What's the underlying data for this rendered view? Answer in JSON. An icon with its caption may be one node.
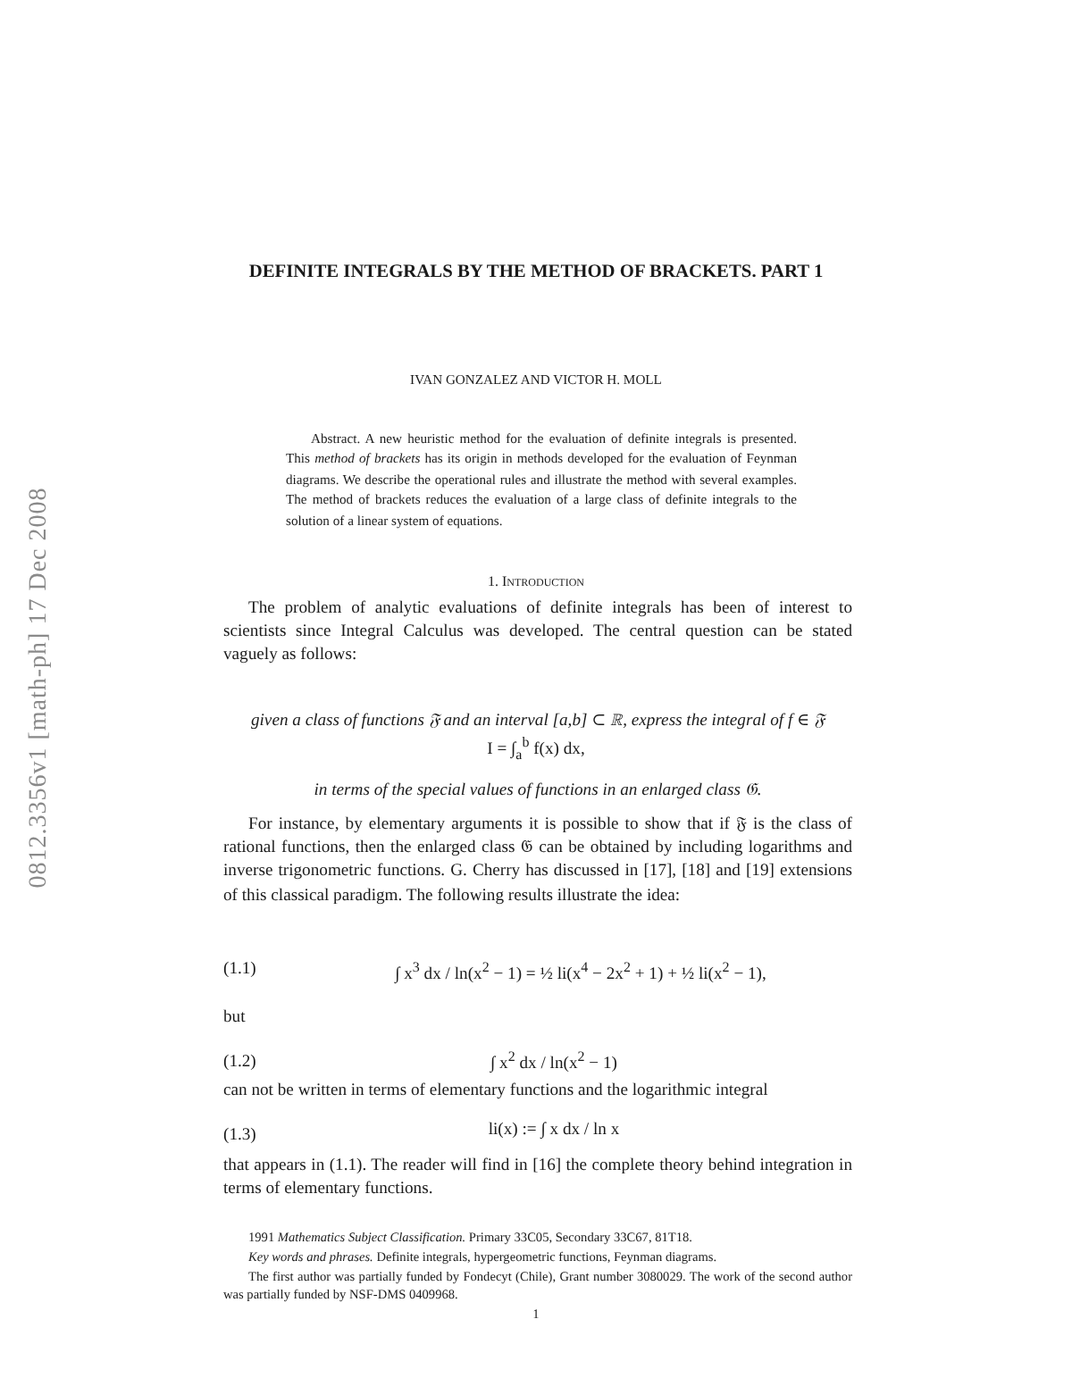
{
  "diagram": {
    "title": "DEFINITE INTEGRALS BY THE METHOD OF BRACKETS. PART 1",
    "labels": [
      "IVAN GONZALEZ AND VICTOR H. MOLL",
      "Abstract. A new heuristic method for the evaluation of definite integrals is presented. This *method of brackets* has its origin in methods developed for the evaluation of Feynman diagrams. We describe the operational rules and illustrate the method with several examples. The method of brackets reduces the evaluation of a large class of definite integrals to the solution of a linear system of equations.",
      "1. Introduction",
      "The problem of analytic evaluations of definite integrals has been of interest to scientists since Integral Calculus was developed. The central question can be stated vaguely as follows:",
      "given a class of functions 𝔉 and an interval [a,b] ⊂ ℝ, express the integral of f ∈ 𝔉",
      "I = ∫$_{a}$$^{b}$ f(x) dx,",
      "in terms of the special values of functions in an enlarged class 𝔊.",
      "For instance, by elementary arguments it is possible to show that if 𝔉 is the class of rational functions, then the enlarged class 𝔊 can be obtained by including logarithms and inverse trigonometric functions. G. Cherry has discussed in [17], [18] and [19] extensions of this classical paradigm. The following results illustrate the idea:",
      "(1.1)",
      "∫ x$^{3}$ dx / ln(x$^{2}$ − 1) = ½ li(x$^{4}$ − 2x$^{2}$ + 1) + ½ li(x$^{2}$ − 1),",
      "but",
      "(1.2)",
      "∫ x$^{2}$ dx / ln(x$^{2}$ − 1)",
      "can not be written in terms of elementary functions and the logarithmic integral",
      "(1.3)",
      "li(x) := ∫ x dx / ln x",
      "that appears in (1.1). The reader will find in [16] the complete theory behind integration in terms of elementary functions.",
      "1991 *Mathematics Subject Classification.* Primary 33C05, Secondary 33C67, 81T18.",
      "*Key words and phrases.* Definite integrals, hypergeometric functions, Feynman diagrams.",
      "The first author was partially funded by Fondecyt (Chile), Grant number 3080029. The work of the second author was partially funded by NSF-DMS 0409968.",
      "1",
      "0812.3356v1 [math-ph] 17 Dec 2008"
    ]
  }
}
